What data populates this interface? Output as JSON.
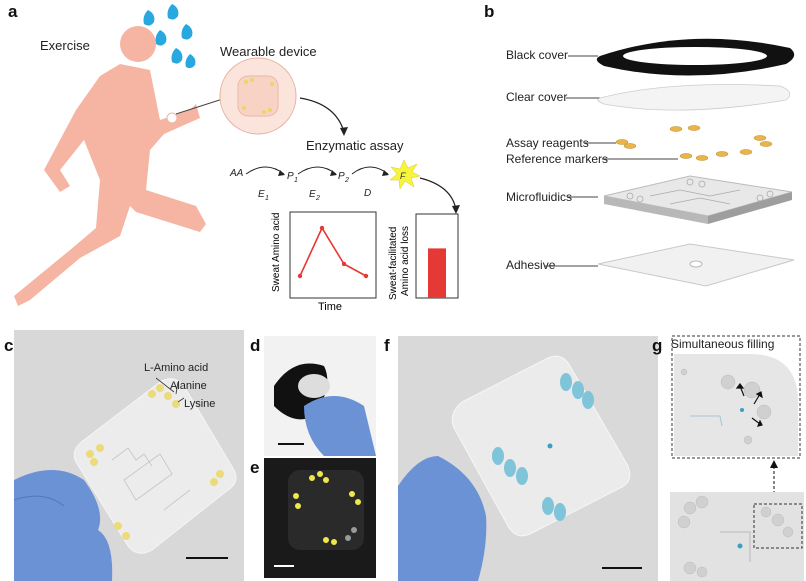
{
  "panels": {
    "a": "a",
    "b": "b",
    "c": "c",
    "d": "d",
    "e": "e",
    "f": "f",
    "g": "g"
  },
  "panel_a": {
    "exercise": "Exercise",
    "wearable_device": "Wearable device",
    "enzymatic_assay": "Enzymatic assay",
    "reaction": {
      "aa": "AA",
      "p1": "P",
      "p1_sub": "1",
      "p2": "P",
      "p2_sub": "2",
      "f": "F",
      "e1": "E",
      "e1_sub": "1",
      "e2": "E",
      "e2_sub": "2",
      "d": "D"
    },
    "line_plot": {
      "ylabel": "Sweat Amino acid",
      "xlabel": "Time",
      "values": [
        0.25,
        0.85,
        0.4,
        0.25
      ]
    },
    "bar_plot": {
      "ylabel_line1": "Sweat-facilitated",
      "ylabel_line2": "Amino acid loss",
      "value": 0.62
    },
    "colors": {
      "body": "#f5b5a2",
      "drops": "#29a8e0",
      "plot_red": "#e53935",
      "star": "#f7f53b"
    }
  },
  "panel_b": {
    "layers": [
      "Black cover",
      "Clear cover",
      "Assay reagents",
      "Reference markers",
      "Microfluidics",
      "Adhesive"
    ]
  },
  "panel_c": {
    "labels": [
      "L-Amino acid",
      "Alanine",
      "Lysine"
    ]
  },
  "panel_g": {
    "title": "Simultaneous filling"
  }
}
